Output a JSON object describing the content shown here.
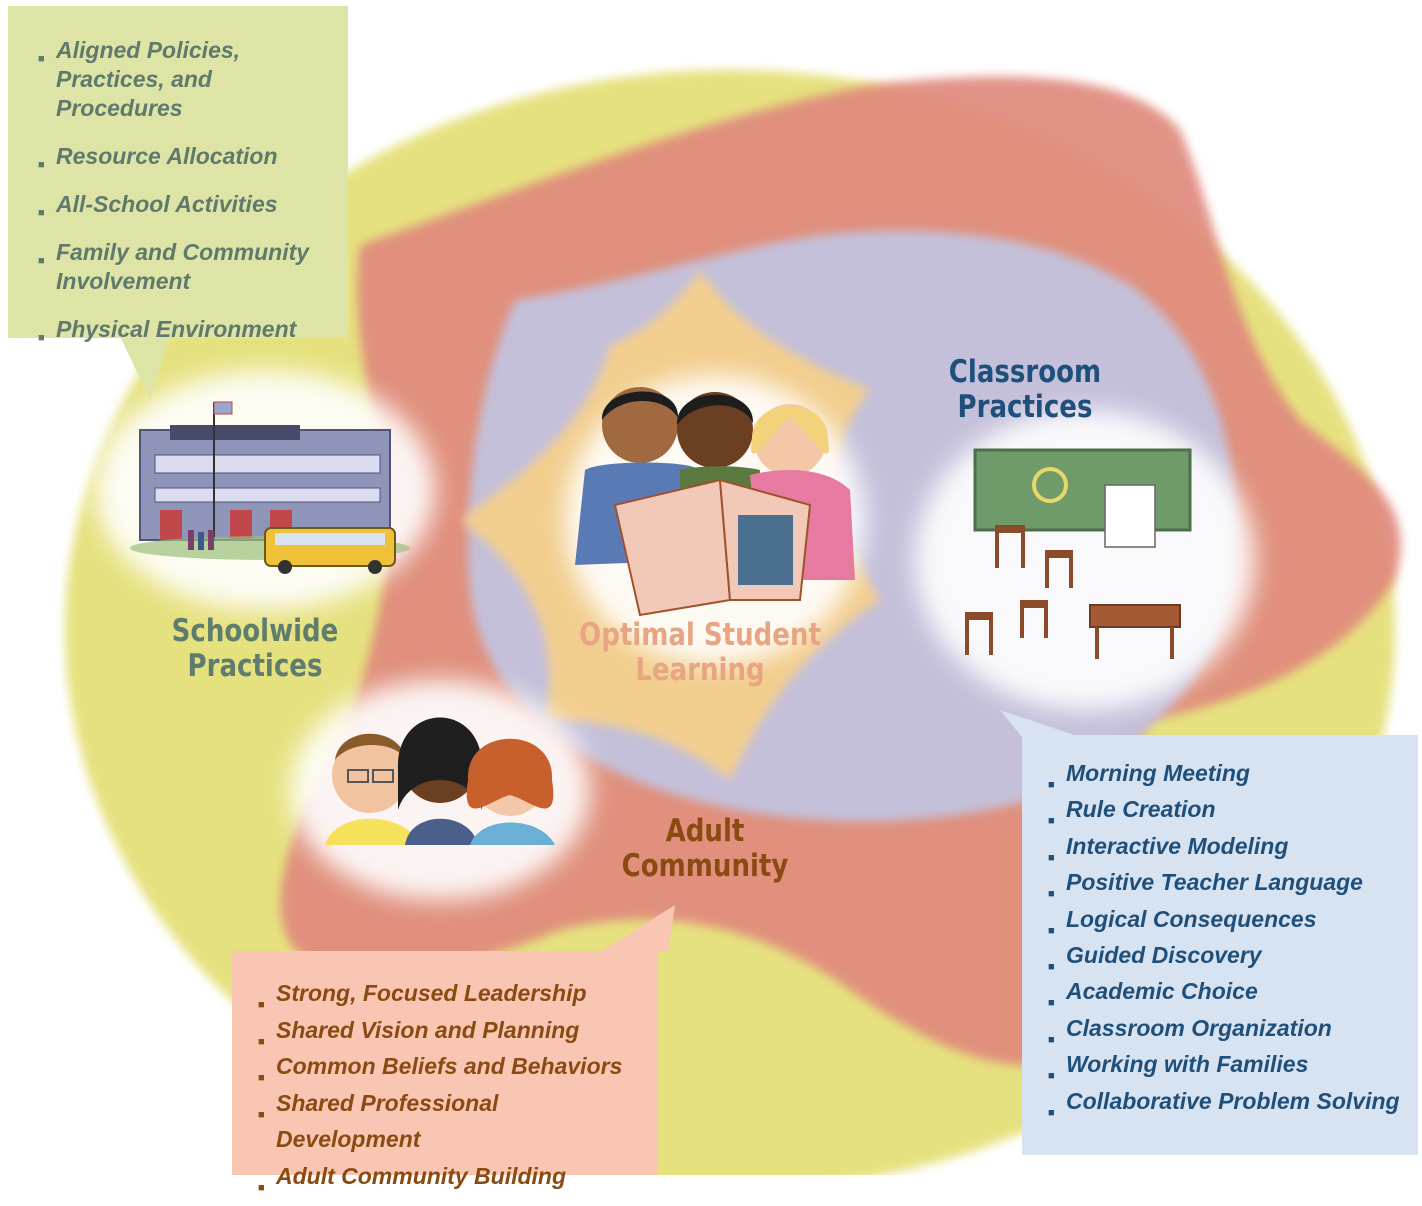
{
  "schoolwide": {
    "label": [
      "Schoolwide",
      "Practices"
    ],
    "items": [
      "Aligned Policies, Practices, and Procedures",
      "Resource Allocation",
      "All-School Activities",
      "Family and Community Involvement",
      "Physical Environment"
    ]
  },
  "classroom": {
    "label": [
      "Classroom",
      "Practices"
    ],
    "items": [
      "Morning Meeting",
      "Rule Creation",
      "Interactive Modeling",
      "Positive Teacher Language",
      "Logical Consequences",
      "Guided Discovery",
      "Academic Choice",
      "Classroom Organization",
      "Working with Families",
      "Collaborative Problem Solving"
    ]
  },
  "adult": {
    "label": [
      "Adult",
      "Community"
    ],
    "items": [
      "Strong, Focused Leadership",
      "Shared Vision and Planning",
      "Common Beliefs and Behaviors",
      "Shared Professional Development",
      "Adult Community Building"
    ]
  },
  "center": {
    "label": [
      "Optimal Student",
      "Learning"
    ]
  },
  "colors": {
    "outer_ellipse": "#e6e17f",
    "star_shape": "#e08a7d",
    "inner_lavender": "#c3c3df",
    "center_star": "#f5cf8a",
    "schoolwide_box": "#dde4a6",
    "adult_box": "#f8c6b2",
    "classroom_box": "#d8e3f1"
  }
}
